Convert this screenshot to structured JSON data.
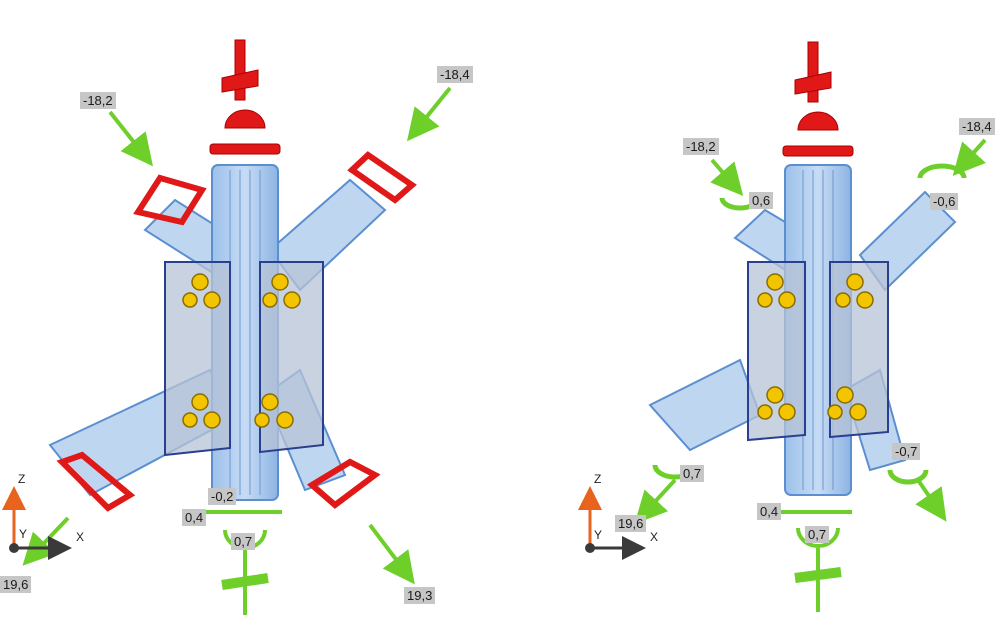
{
  "colors": {
    "member_fill": "#a9c8ec",
    "member_stroke": "#5b8fd0",
    "plate_fill": "#b7c3d6",
    "plate_stroke": "#2a3f8f",
    "bolt": "#f2c500",
    "load_red": "#e01818",
    "load_green": "#6fcf2a",
    "axis_z": "#e8641e",
    "axis_x": "#3a3a3a"
  },
  "left_view": {
    "labels": {
      "top_left_force": "-18,2",
      "top_right_force": "-18,4",
      "bottom_left_force": "19,6",
      "bottom_right_force": "19,3",
      "bottom_shear": "-0,2",
      "bottom_moment_a": "0,4",
      "bottom_moment_b": "0,7"
    },
    "axes": {
      "z": "Z",
      "y": "Y",
      "x": "X"
    }
  },
  "right_view": {
    "labels": {
      "top_left_force": "-18,2",
      "top_left_moment": "0,6",
      "top_right_force": "-18,4",
      "top_right_moment": "-0,6",
      "bottom_left_force": "19,6",
      "bottom_left_moment": "0,7",
      "bottom_right_moment": "-0,7",
      "bottom_moment_a": "0,4",
      "bottom_moment_b": "0,7"
    },
    "axes": {
      "z": "Z",
      "y": "Y",
      "x": "X"
    }
  }
}
